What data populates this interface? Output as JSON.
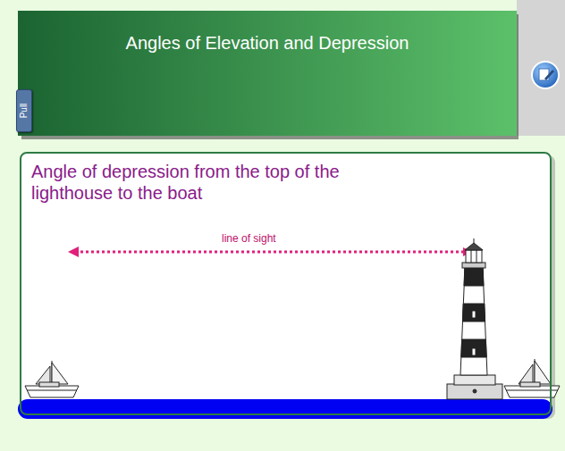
{
  "diagram": {
    "title": "Angles of Elevation and Depression",
    "nodes": [
      {
        "text": [
          "Pull"
        ]
      },
      {
        "text": [
          "Angle of depression from the top of the lighthouse to the boat"
        ]
      }
    ],
    "labels": [
      "line of sight"
    ]
  }
}
